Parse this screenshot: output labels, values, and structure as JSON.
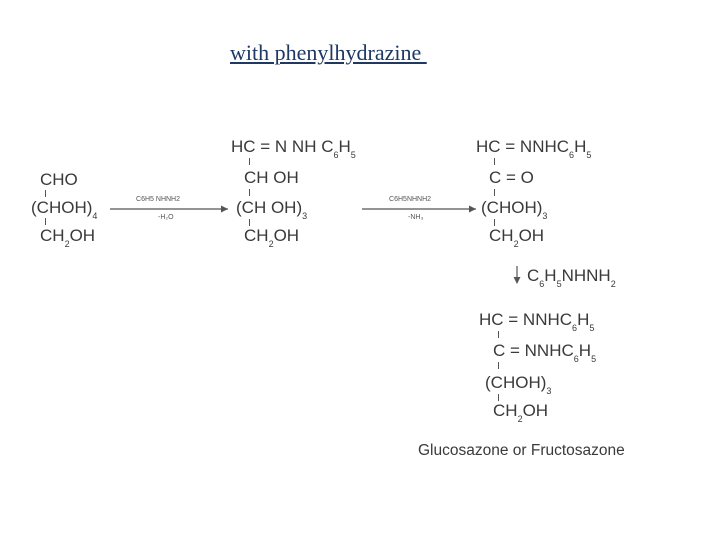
{
  "title": "with phenylhydrazine ",
  "caption": "Glucosazone or Fructosazone",
  "sugar": {
    "line1": "CHO",
    "line2_main": "(CHOH)",
    "line2_sub": "4",
    "line3_a": "CH",
    "line3_sub": "2",
    "line3_b": "OH"
  },
  "arrow1": {
    "top_a": "C",
    "top_s1": "6",
    "top_b": "H",
    "top_s2": "5",
    "top_c": " NHNH",
    "top_s3": "2",
    "bottom": "-H₂O"
  },
  "hydrazone": {
    "line1_a": "HC = N NH C",
    "line1_s1": "6",
    "line1_b": "H",
    "line1_s2": "5",
    "line2": "CH OH",
    "line3_main": "(CH OH)",
    "line3_sub": "3",
    "line4_a": "CH",
    "line4_sub": "2",
    "line4_b": "OH"
  },
  "arrow2": {
    "top_a": "C",
    "top_s1": "6",
    "top_b": "H",
    "top_s2": "5",
    "top_c": "NHNH",
    "top_s3": "2",
    "bottom": "-NH₃"
  },
  "keto": {
    "line1_a": "HC = NNHC",
    "line1_s1": "6",
    "line1_b": "H",
    "line1_s2": "5",
    "line2": "C = O",
    "line3_main": "(CHOH)",
    "line3_sub": "3",
    "line4_a": "CH",
    "line4_sub": "2",
    "line4_b": "OH"
  },
  "arrow3": {
    "label_a": "C",
    "label_s1": "6",
    "label_b": "H",
    "label_s2": "5",
    "label_c": "NHNH",
    "label_s3": "2"
  },
  "osazone": {
    "line1_a": "HC = NNHC",
    "line1_s1": "6",
    "line1_b": "H",
    "line1_s2": "5",
    "line2_a": "C = NNHC",
    "line2_s1": "6",
    "line2_b": "H",
    "line2_s2": "5",
    "line3_main": "(CHOH)",
    "line3_sub": "3",
    "line4_a": "CH",
    "line4_sub": "2",
    "line4_b": "OH"
  }
}
